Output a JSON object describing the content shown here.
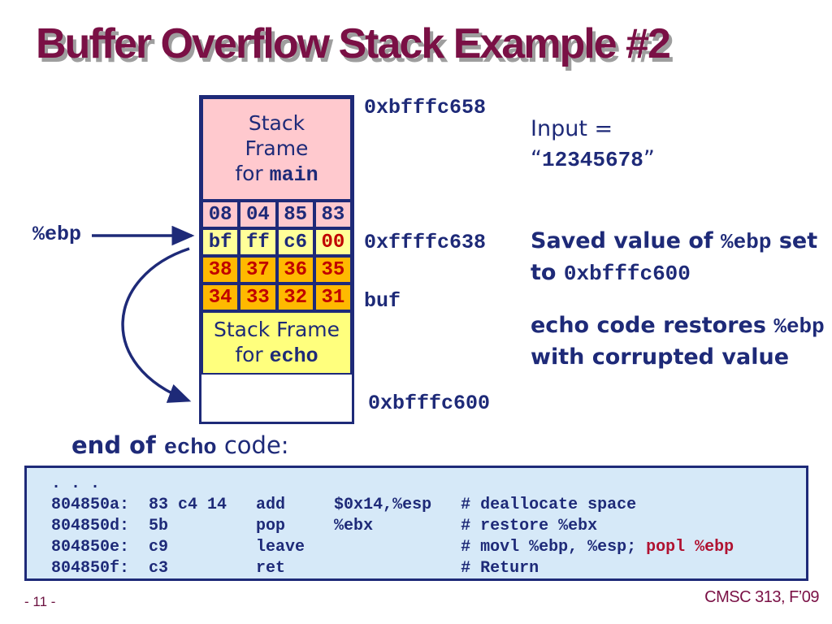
{
  "slide": {
    "title": "Buffer Overflow Stack Example #2",
    "footer_left": "- 11 -",
    "footer_right": "CMSC 313, F’09"
  },
  "colors": {
    "navy": "#1e2a78",
    "maroon_title": "#7a1045",
    "title_shadow": "#9e9e9e",
    "pink": "#ffc9ce",
    "light_yellow": "#ffff99",
    "echo_yellow": "#ffff7d",
    "orange": "#ffb900",
    "cell_red": "#c00000",
    "code_red": "#b01231",
    "code_bg": "#d6e9f8"
  },
  "diagram": {
    "main_frame": {
      "line1": "Stack",
      "line2": "Frame",
      "line3_prefix": "for ",
      "line3_func": "main"
    },
    "echo_frame": {
      "line1": "Stack Frame",
      "line2_prefix": "for ",
      "line2_func": "echo"
    },
    "addr_top": "0xbfffc658",
    "addr_mid": "0xffffc638",
    "addr_bottom": "0xbfffc600",
    "buf_label": "buf",
    "ebp_label": "%ebp",
    "rows": [
      {
        "cells": [
          "08",
          "04",
          "85",
          "83"
        ]
      },
      {
        "cells": [
          "bf",
          "ff",
          "c6",
          "00"
        ]
      },
      {
        "cells": [
          "38",
          "37",
          "36",
          "35"
        ]
      },
      {
        "cells": [
          "34",
          "33",
          "32",
          "31"
        ]
      }
    ]
  },
  "annotations": {
    "input_label": "Input =",
    "input_quote_open": "“",
    "input_value": "12345678",
    "input_quote_close": "”",
    "saved_line1_pre": "Saved value of ",
    "saved_line1_mono": "%ebp",
    "saved_line1_post": " set",
    "saved_line2_pre": "to ",
    "saved_line2_mono": "0xbfffc600",
    "echo_line1_pre": "echo code restores ",
    "echo_line1_mono": "%ebp",
    "echo_line2": "with corrupted value",
    "endof_pre": "end of ",
    "endof_mono": "echo",
    "endof_post": " code:"
  },
  "code": {
    "lines": [
      {
        "segments": [
          {
            "text": ". . ."
          }
        ]
      },
      {
        "segments": [
          {
            "text": "804850a:  83 c4 14   add     $0x14,%esp   # deallocate space"
          }
        ]
      },
      {
        "segments": [
          {
            "text": "804850d:  5b         pop     %ebx         # restore %ebx"
          }
        ]
      },
      {
        "segments": [
          {
            "text": "804850e:  c9         leave                # movl %ebp, %esp; "
          },
          {
            "text": "popl %ebp",
            "highlight": true
          }
        ]
      },
      {
        "segments": [
          {
            "text": "804850f:  c3         ret                  # Return"
          }
        ]
      }
    ]
  }
}
